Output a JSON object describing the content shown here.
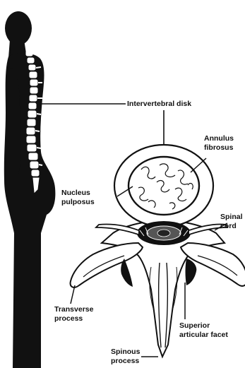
{
  "labels": {
    "intervertebral_disk": "Intervertebral disk",
    "annulus_line1": "Annulus",
    "annulus_line2": "fibrosus",
    "nucleus_line1": "Nucleus",
    "nucleus_line2": "pulposus",
    "spinal_cord_line1": "Spinal",
    "spinal_cord_line2": "cord",
    "superior_line1": "Superior",
    "superior_line2": "articular facet",
    "transverse_line1": "Transverse",
    "transverse_line2": "process",
    "spinous_line1": "Spinous",
    "spinous_line2": "process"
  },
  "colors": {
    "ink": "#111111",
    "paper": "#ffffff",
    "bone_shade": "#9a9a9a"
  }
}
